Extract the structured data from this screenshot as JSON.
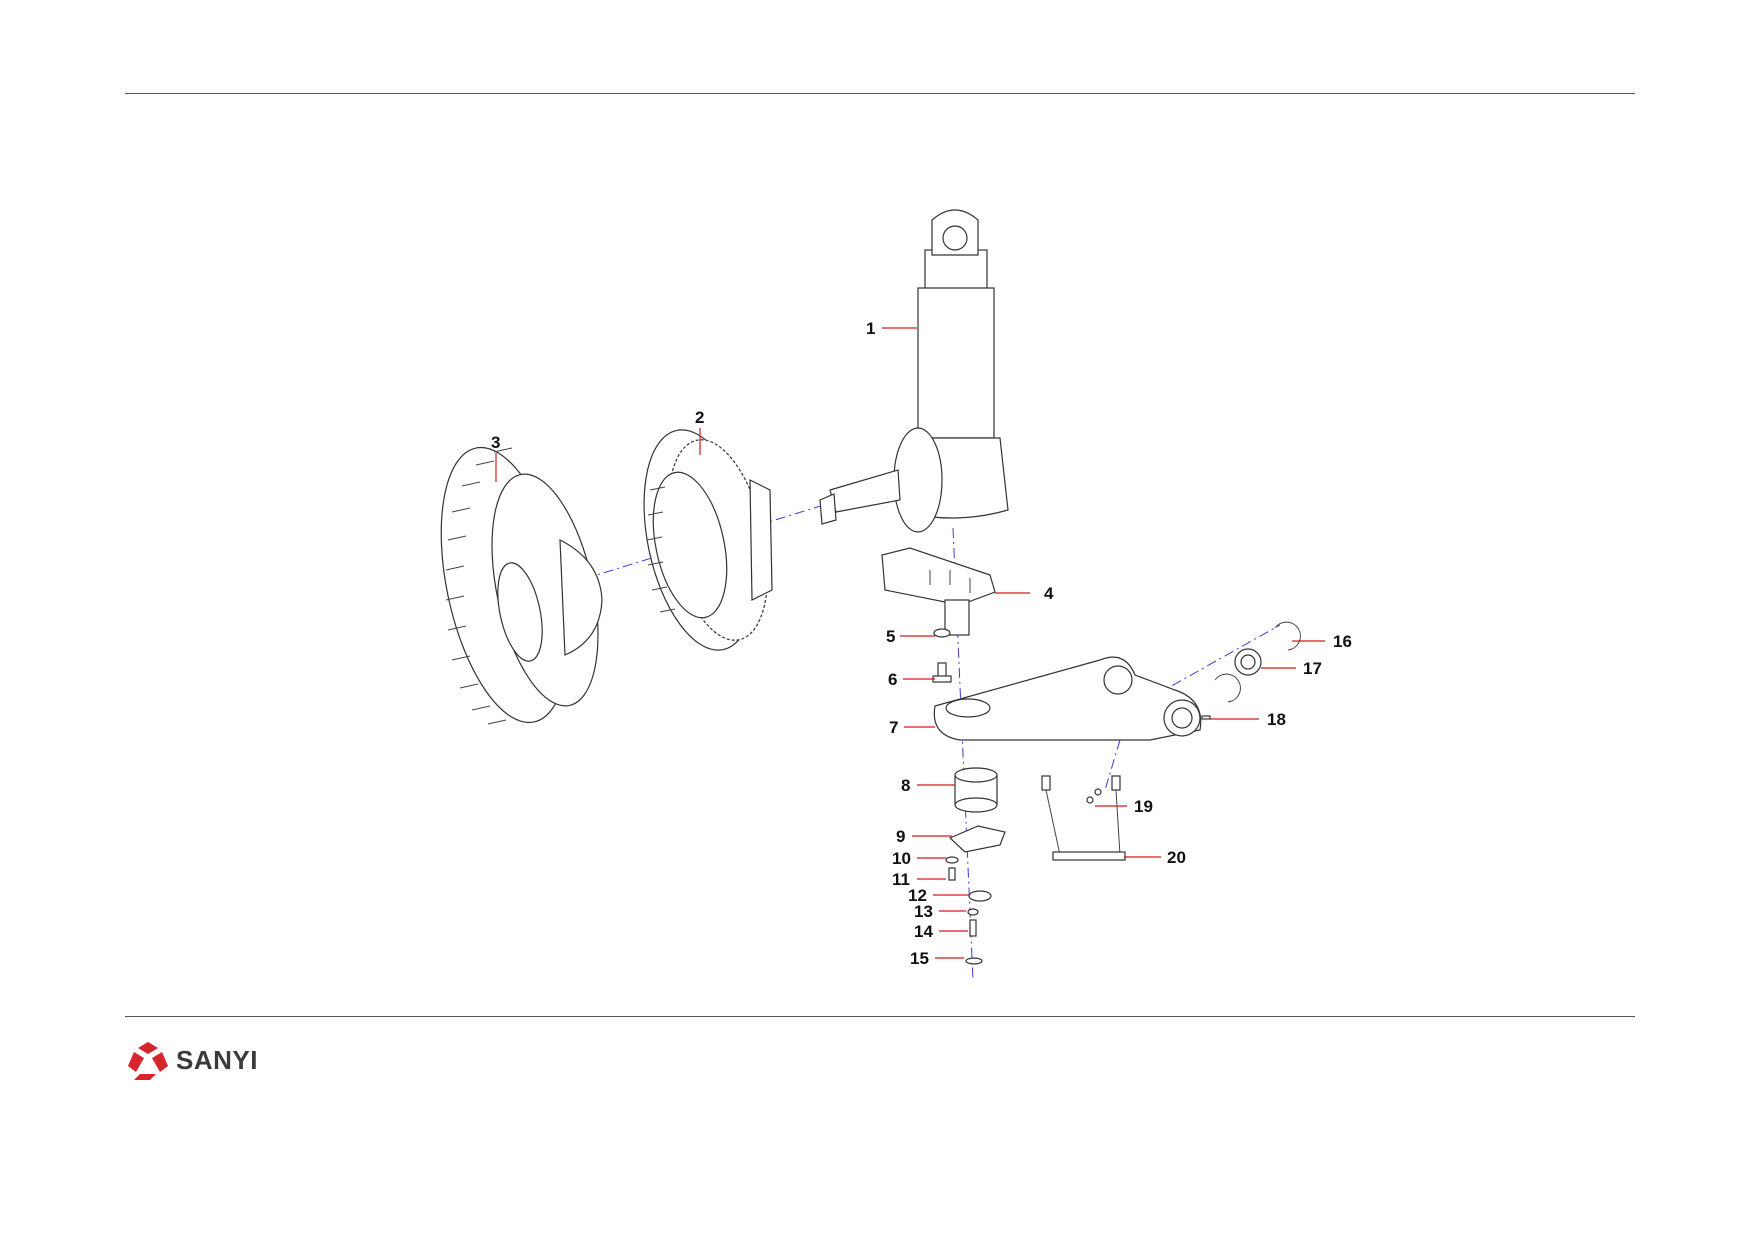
{
  "brand": {
    "logo_text": "SANYI",
    "logo_color": "#d7262b"
  },
  "callouts": [
    {
      "id": "1",
      "text": "1"
    },
    {
      "id": "2",
      "text": "2"
    },
    {
      "id": "3",
      "text": "3"
    },
    {
      "id": "4",
      "text": "4"
    },
    {
      "id": "5",
      "text": "5"
    },
    {
      "id": "6",
      "text": "6"
    },
    {
      "id": "7",
      "text": "7"
    },
    {
      "id": "8",
      "text": "8"
    },
    {
      "id": "9",
      "text": "9"
    },
    {
      "id": "10",
      "text": "10"
    },
    {
      "id": "11",
      "text": "11"
    },
    {
      "id": "12",
      "text": "12"
    },
    {
      "id": "13",
      "text": "13"
    },
    {
      "id": "14",
      "text": "14"
    },
    {
      "id": "15",
      "text": "15"
    },
    {
      "id": "16",
      "text": "16"
    },
    {
      "id": "17",
      "text": "17"
    },
    {
      "id": "18",
      "text": "18"
    },
    {
      "id": "19",
      "text": "19"
    },
    {
      "id": "20",
      "text": "20"
    }
  ],
  "colors": {
    "leader": "#d01c1c",
    "axis": "#3b3bd6"
  }
}
